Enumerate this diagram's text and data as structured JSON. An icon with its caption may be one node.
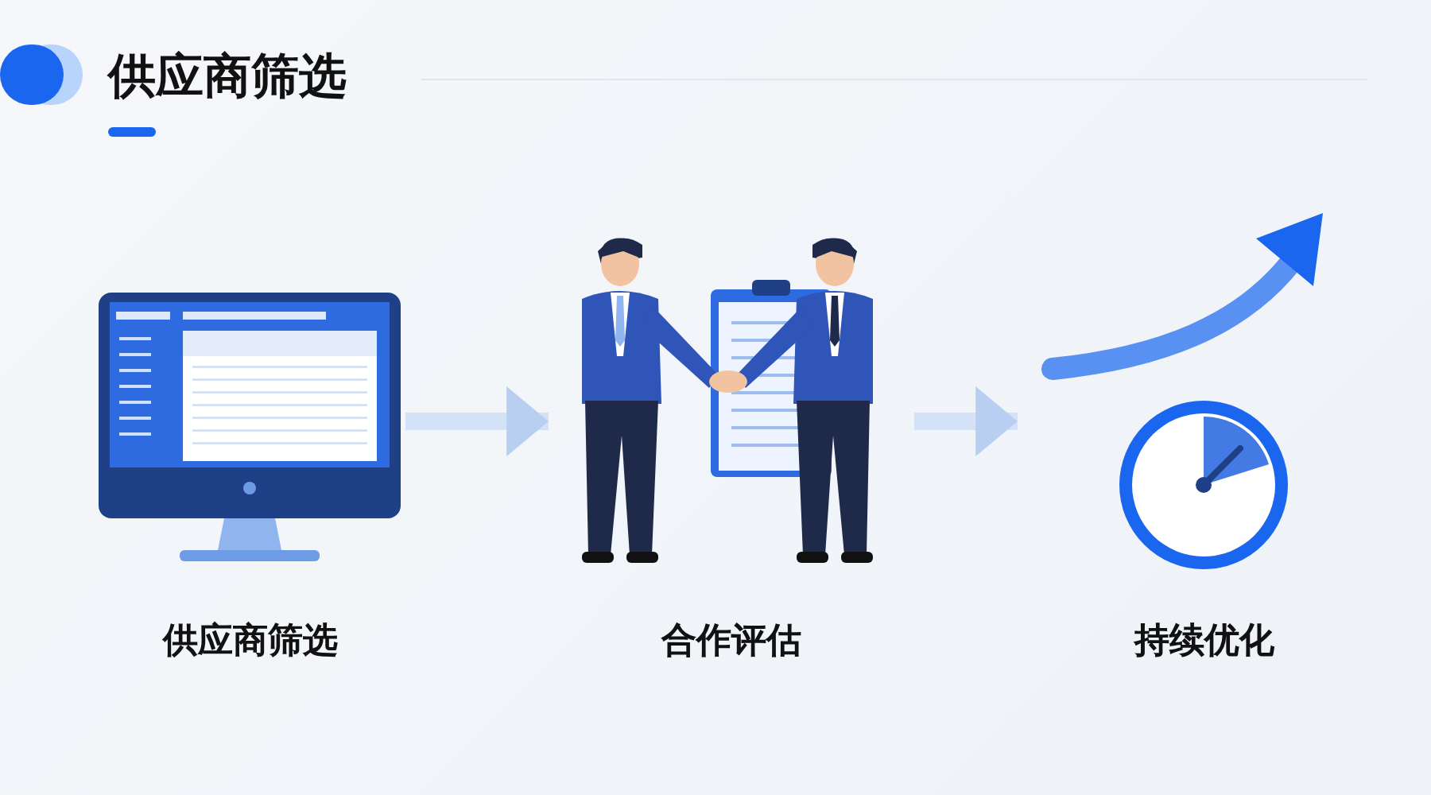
{
  "diagram": {
    "title": "供应商筛选",
    "nodes": [
      {
        "text": [
          "供应商筛选"
        ]
      },
      {
        "text": [
          "合作评估"
        ]
      },
      {
        "text": [
          "持续优化"
        ]
      }
    ],
    "edges": [
      {
        "from": 0,
        "to": 1,
        "arrow": "to"
      },
      {
        "from": 1,
        "to": 2,
        "arrow": "to"
      }
    ]
  }
}
